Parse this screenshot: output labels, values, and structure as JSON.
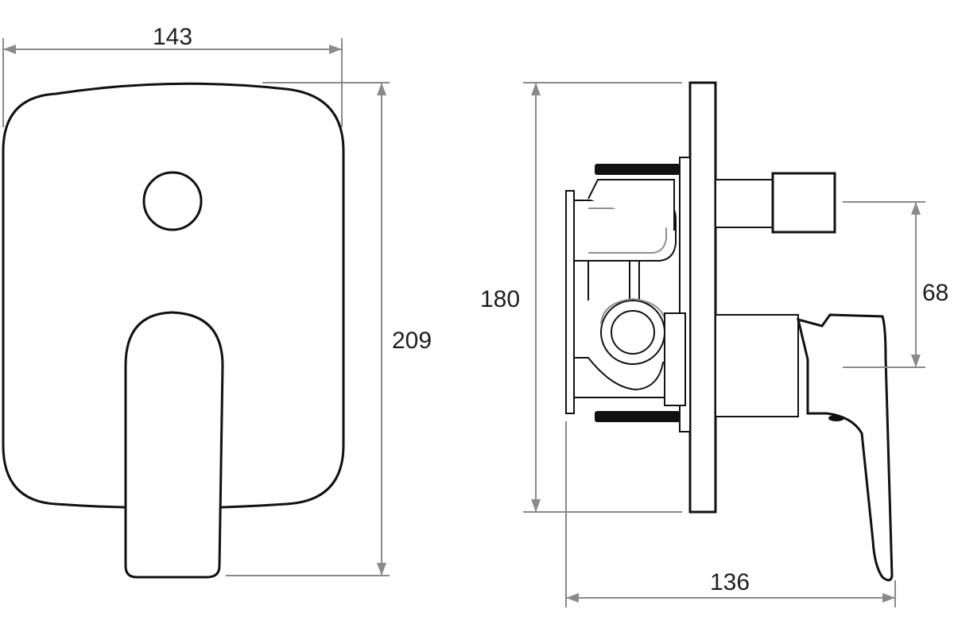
{
  "dimensions": {
    "front_width": "143",
    "front_height": "209",
    "side_height": "180",
    "side_depth": "136",
    "outlet_offset": "68"
  }
}
